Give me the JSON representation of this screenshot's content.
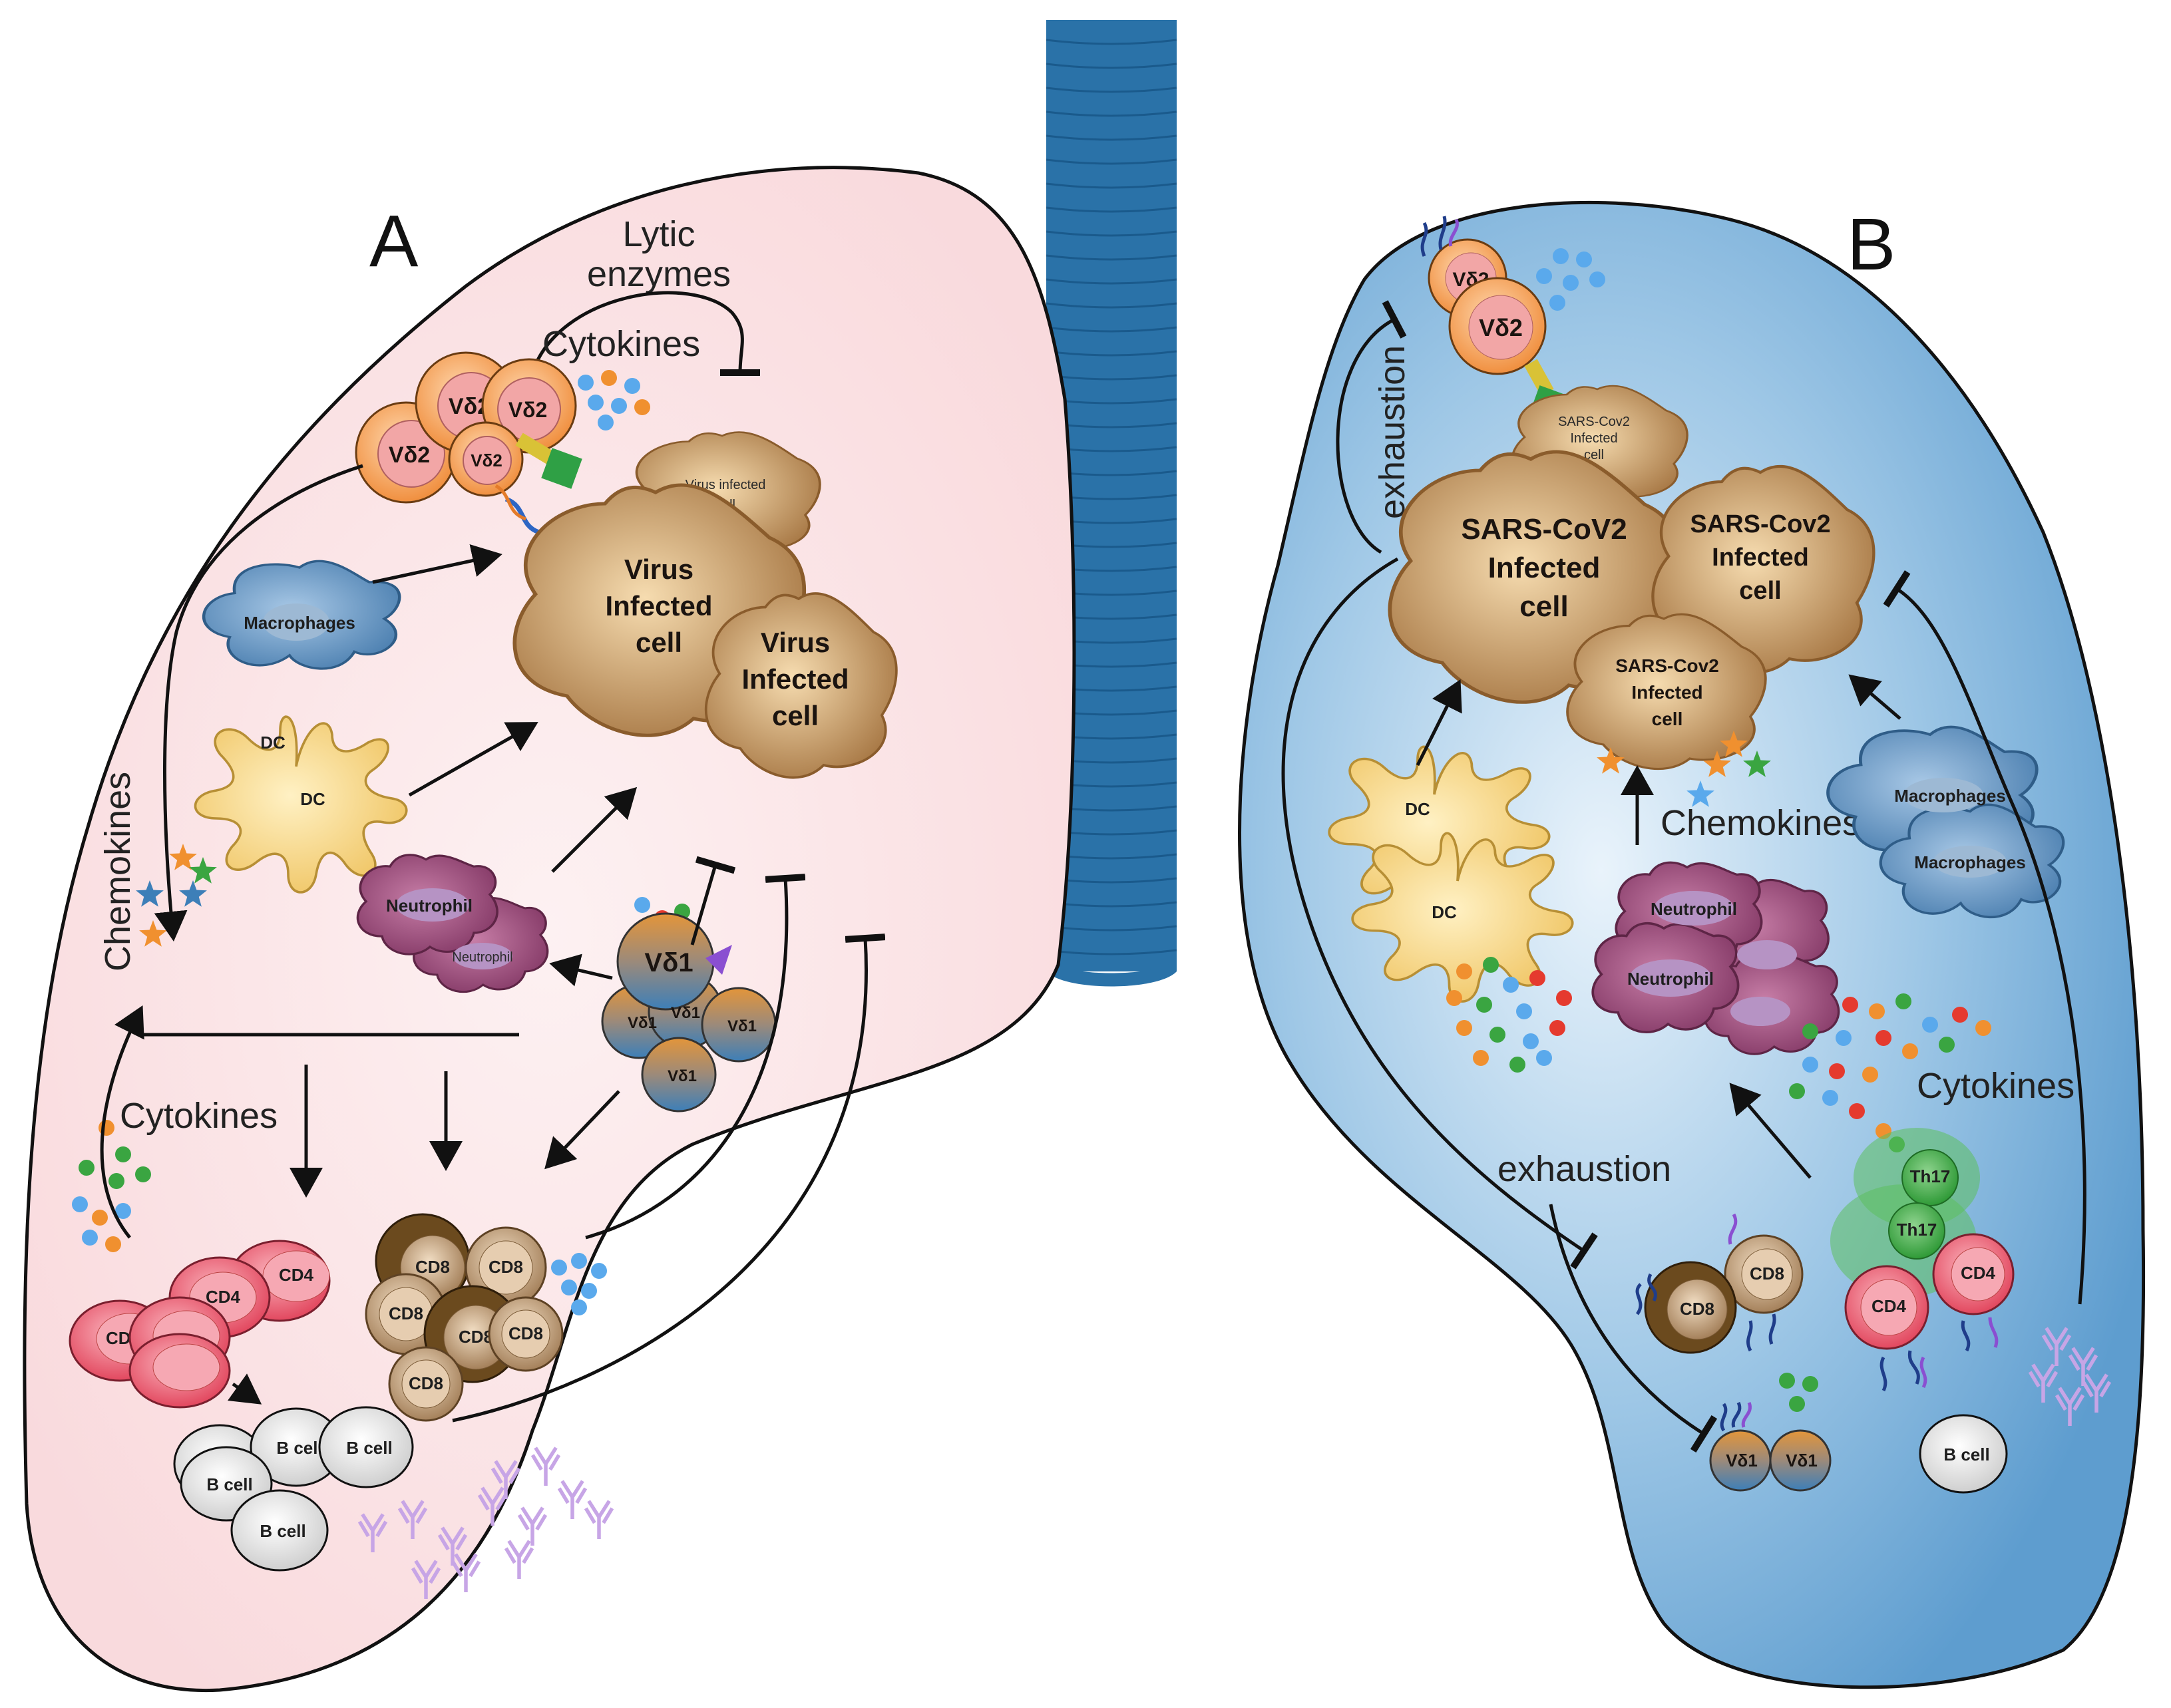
{
  "panels": {
    "a": "A",
    "b": "B"
  },
  "left": {
    "lytic": [
      "Lytic",
      "enzymes"
    ],
    "cytokines_top": "Cytokines",
    "cytokines_bottom": "Cytokines",
    "chemokines": "Chemokines",
    "vd2": "Vδ2",
    "vd1": "Vδ1",
    "virus_small": [
      "Virus infected",
      "cell"
    ],
    "virus_main": [
      "Virus",
      "Infected",
      "cell"
    ],
    "virus_second": [
      "Virus",
      "Infected",
      "cell"
    ],
    "macrophages": "Macrophages",
    "dc": "DC",
    "neutrophil": "Neutrophil",
    "cd4": "CD4",
    "cd8": "CD8",
    "bcell": "B cell"
  },
  "right": {
    "exhaustion_top": "exhaustion",
    "exhaustion_mid": "exhaustion",
    "vd2": "Vδ2",
    "vd1": "Vδ1",
    "sars_small": [
      "SARS-Cov2",
      "Infected",
      "cell"
    ],
    "sars_main": [
      "SARS-CoV2",
      "Infected",
      "cell"
    ],
    "sars_right": [
      "SARS-Cov2",
      "Infected",
      "cell"
    ],
    "sars_bottom": [
      "SARS-Cov2",
      "Infected",
      "cell"
    ],
    "chemokines": "Chemokines",
    "cytokines": "Cytokines",
    "dc": "DC",
    "neutrophil": "Neutrophil",
    "macrophages": "Macrophages",
    "th17": "Th17",
    "cd4": "CD4",
    "cd8": "CD8",
    "bcell": "B cell"
  },
  "colors": {
    "left_lung_fill": "#fbe3e5",
    "right_lung_fill": "#7fb4dc",
    "trachea": "#2a72a8",
    "virus_cell": "#c59c6a",
    "vd2": "#f4a463",
    "vd1_top": "#e3953a",
    "vd1_bottom": "#3d7fb8",
    "macrophage": "#6d9bc4",
    "dc": "#f3cf7b",
    "neutrophil": "#a25583",
    "cd4": "#e8536a",
    "cd8": "#a58562",
    "bcell": "#e6e6e6",
    "th17": "#3aa541",
    "receptor": "#2fa045"
  }
}
